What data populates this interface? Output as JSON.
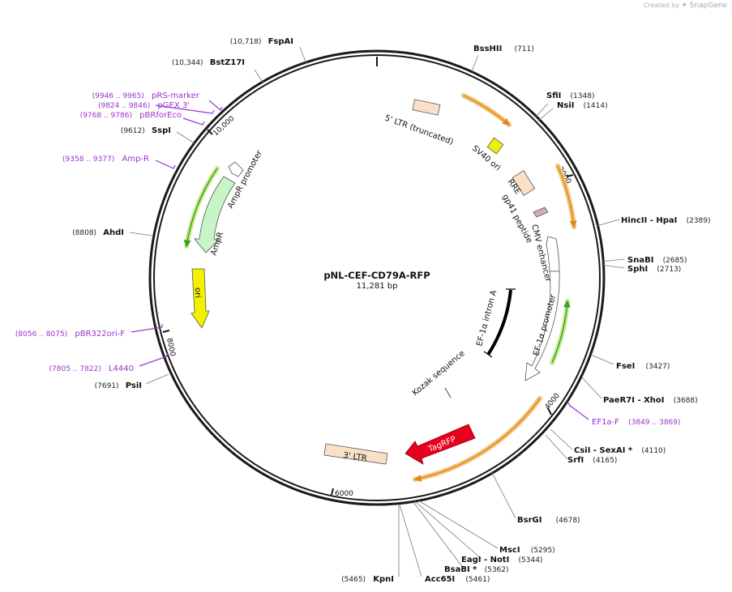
{
  "credit": {
    "prefix": "Created by",
    "brand": "SnapGene"
  },
  "plasmid": {
    "name": "pNL-CEF-CD79A-RFP",
    "size_label": "11,281 bp",
    "length": 11281
  },
  "ticks": [
    {
      "bp": 2000,
      "label": "2000"
    },
    {
      "bp": 4000,
      "label": "4000"
    },
    {
      "bp": 6000,
      "label": "6000"
    },
    {
      "bp": 8000,
      "label": "8000"
    },
    {
      "bp": 10000,
      "label": "10,000"
    }
  ],
  "sites": [
    {
      "name": "FspAI",
      "pos": "(10,718)",
      "bp": 10718,
      "posFirst": true
    },
    {
      "name": "BssHII",
      "pos": "(711)",
      "bp": 711,
      "posFirst": false
    },
    {
      "name": "BstZ17I",
      "pos": "(10,344)",
      "bp": 10344,
      "posFirst": true
    },
    {
      "name": "SfiI",
      "pos": "(1348)",
      "bp": 1348,
      "posFirst": false
    },
    {
      "name": "NsiI",
      "pos": "(1414)",
      "bp": 1414,
      "posFirst": false
    },
    {
      "name": "SspI",
      "pos": "(9612)",
      "bp": 9612,
      "posFirst": true
    },
    {
      "name": "HincII - HpaI",
      "pos": "(2389)",
      "bp": 2389,
      "posFirst": false
    },
    {
      "name": "AhdI",
      "pos": "(8808)",
      "bp": 8808,
      "posFirst": true
    },
    {
      "name": "SnaBI",
      "pos": "(2685)",
      "bp": 2685,
      "posFirst": false
    },
    {
      "name": "SphI",
      "pos": "(2713)",
      "bp": 2713,
      "posFirst": false
    },
    {
      "name": "FseI",
      "pos": "(3427)",
      "bp": 3427,
      "posFirst": false
    },
    {
      "name": "PaeR7I - XhoI",
      "pos": "(3688)",
      "bp": 3688,
      "posFirst": false
    },
    {
      "name": "PsiI",
      "pos": "(7691)",
      "bp": 7691,
      "posFirst": true
    },
    {
      "name": "CsiI - SexAI *",
      "pos": "(4110)",
      "bp": 4110,
      "posFirst": false
    },
    {
      "name": "SrfI",
      "pos": "(4165)",
      "bp": 4165,
      "posFirst": false
    },
    {
      "name": "BsrGI",
      "pos": "(4678)",
      "bp": 4678,
      "posFirst": false
    },
    {
      "name": "MscI",
      "pos": "(5295)",
      "bp": 5295,
      "posFirst": false
    },
    {
      "name": "EagI - NotI",
      "pos": "(5344)",
      "bp": 5344,
      "posFirst": false
    },
    {
      "name": "BsaBI *",
      "pos": "(5362)",
      "bp": 5362,
      "posFirst": false
    },
    {
      "name": "Acc65I",
      "pos": "(5461)",
      "bp": 5461,
      "posFirst": false
    },
    {
      "name": "KpnI",
      "pos": "(5465)",
      "bp": 5465,
      "posFirst": true
    }
  ],
  "primers": [
    {
      "name": "pRS-marker",
      "range": "(9946 .. 9965)",
      "bp": 9955
    },
    {
      "name": "pGEX 3'",
      "range": "(9824 .. 9846)",
      "bp": 9835
    },
    {
      "name": "pBRforEco",
      "range": "(9768 .. 9786)",
      "bp": 9777
    },
    {
      "name": "Amp-R",
      "range": "(9358 .. 9377)",
      "bp": 9367
    },
    {
      "name": "pBR322ori-F",
      "range": "(8056 .. 8075)",
      "bp": 8065
    },
    {
      "name": "L4440",
      "range": "(7805 .. 7822)",
      "bp": 7813
    },
    {
      "name": "EF1a-F",
      "range": "(3849 .. 3869)",
      "bp": 3859
    }
  ],
  "features": [
    {
      "name": "5' LTR (truncated)",
      "type": "LTR",
      "color": "#fbe0c8"
    },
    {
      "name": "SV40 ori",
      "type": "rep_origin",
      "color": "#f2f200"
    },
    {
      "name": "RRE",
      "type": "misc_feature",
      "color": "#fbe0c8"
    },
    {
      "name": "gp41 peptide",
      "type": "misc_feature",
      "color": "#d8a8c0"
    },
    {
      "name": "CMV enhancer",
      "type": "enhancer",
      "color": "#ffffff"
    },
    {
      "name": "EF-1α promoter",
      "type": "promoter",
      "color": "#ffffff"
    },
    {
      "name": "EF-1α intron A",
      "type": "intron",
      "color": "#000000"
    },
    {
      "name": "Kozak sequence",
      "type": "misc_feature",
      "color": "#000000"
    },
    {
      "name": "TagRFP",
      "type": "CDS",
      "color": "#e8001c"
    },
    {
      "name": "3' LTR",
      "type": "LTR",
      "color": "#fbe0c8"
    },
    {
      "name": "ori",
      "type": "rep_origin",
      "color": "#f2f200"
    },
    {
      "name": "AmpR",
      "type": "CDS",
      "color": "#c8f5c8"
    },
    {
      "name": "AmpR promoter",
      "type": "promoter",
      "color": "#ffffff"
    }
  ],
  "colors": {
    "backbone": "#1a1a1a",
    "site_line": "#777777",
    "primer": "#9933cc",
    "orf": "#d88a1c",
    "orf_glow": "#f5c278",
    "green_orf": "#3a9e2a",
    "green_glow": "#c8ec88"
  }
}
